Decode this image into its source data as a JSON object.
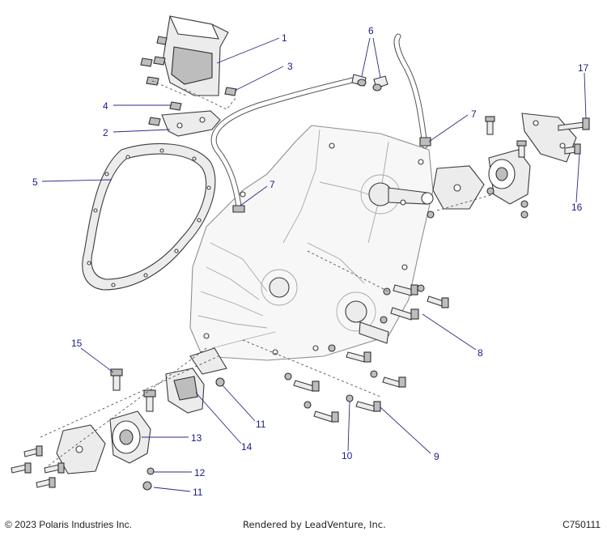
{
  "callouts": [
    "1",
    "2",
    "3",
    "4",
    "5",
    "6",
    "7",
    "7",
    "8",
    "9",
    "10",
    "11",
    "11",
    "12",
    "13",
    "14",
    "15",
    "16",
    "17"
  ],
  "footer": {
    "copyright": "© 2023 Polaris Industries Inc.",
    "rendered_by": "Rendered by LeadVenture, Inc.",
    "diagram_code": "C750111"
  },
  "colors": {
    "callout_text": "#1a1a8c",
    "leader_line": "#2a2a8a",
    "line_art": "#3a3a3a"
  }
}
